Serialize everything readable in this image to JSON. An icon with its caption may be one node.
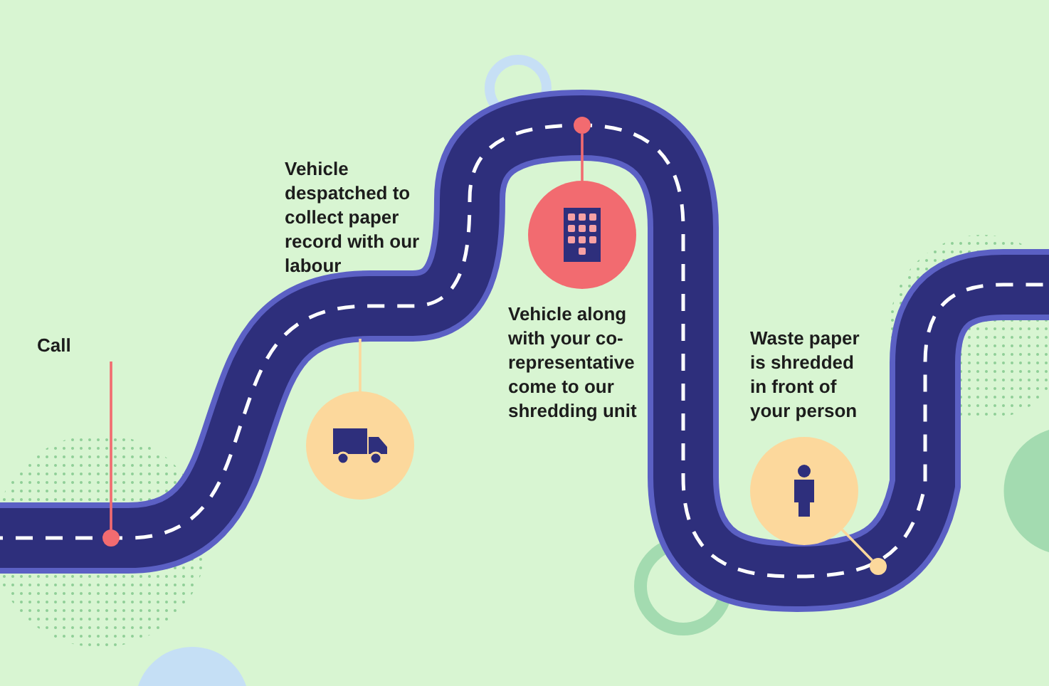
{
  "diagram": {
    "nodes": [
      {
        "text": [
          "Call"
        ]
      },
      {
        "text": [],
        "shape": "circle"
      },
      {
        "text": [],
        "shape": "circle"
      },
      {
        "text": [],
        "shape": "circle"
      },
      {
        "text": [],
        "shape": "circle"
      },
      {
        "text": [],
        "shape": "circle"
      },
      {
        "text": [],
        "shape": "circle"
      }
    ],
    "edges": [
      {
        "from": 0,
        "to": 1,
        "arrow": "none"
      },
      {
        "from": 2,
        "to": null,
        "arrow": "none",
        "color": "#fcd89c"
      },
      {
        "from": 3,
        "to": 4,
        "arrow": "none"
      },
      {
        "from": 5,
        "to": 6,
        "arrow": "none",
        "color": "#fcd89c"
      }
    ],
    "labels": [
      "Vehicle despatched to collect paper record with our labour",
      "Vehicle along with your co-representative come to our shredding unit",
      "Waste paper is shredded in front of your person"
    ]
  }
}
